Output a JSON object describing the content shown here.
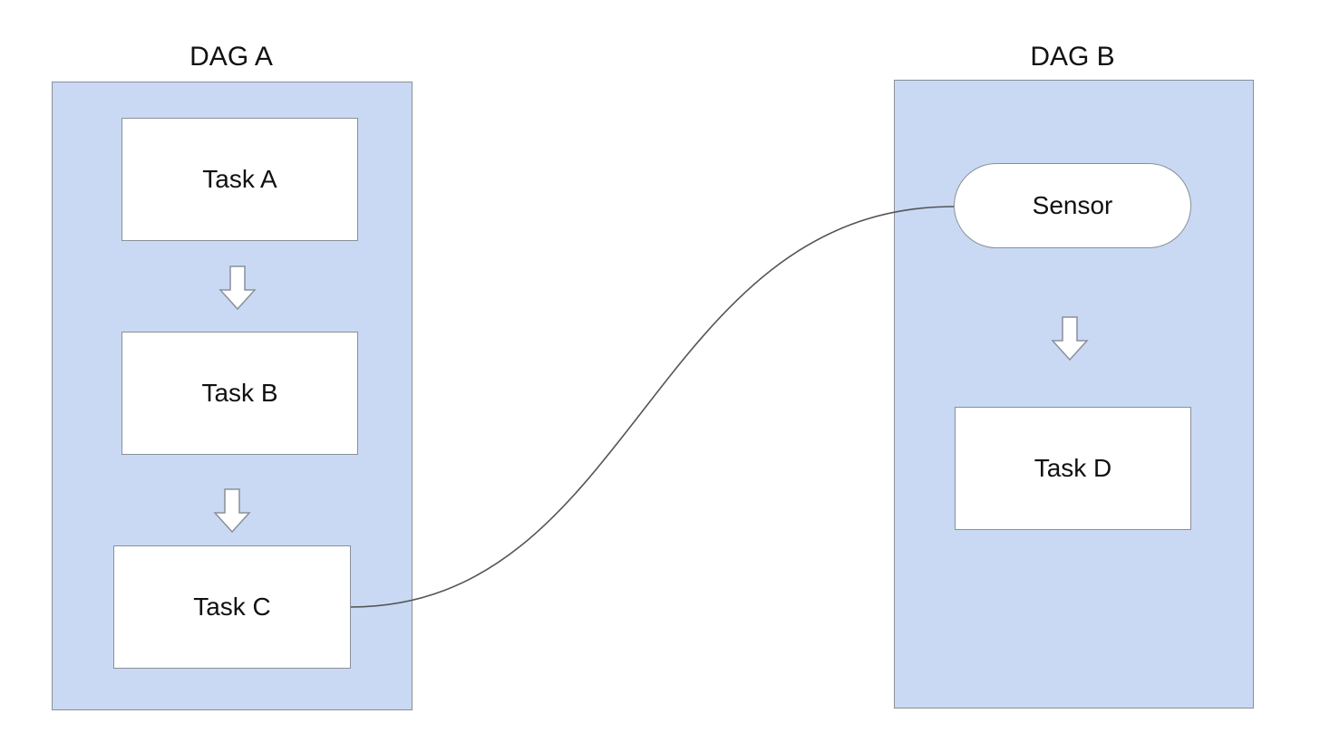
{
  "dags": [
    {
      "title": "DAG A",
      "tasks": [
        "Task A",
        "Task B",
        "Task C"
      ]
    },
    {
      "title": "DAG B",
      "sensor": "Sensor",
      "tasks": [
        "Task D"
      ]
    }
  ],
  "connector": {
    "from": "Task C",
    "to": "Sensor"
  },
  "colors": {
    "panel_fill": "#c9d9f4",
    "border": "#8a8f99",
    "box_fill": "#ffffff",
    "connector": "#555555"
  }
}
